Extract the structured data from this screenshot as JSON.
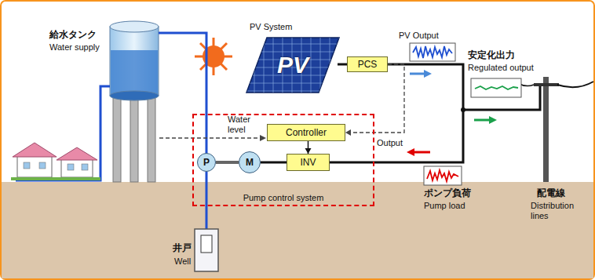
{
  "diagram": {
    "nodes": [
      {
        "text": [
          "Pump control system"
        ]
      },
      {
        "text": [
          "Controller"
        ],
        "in": 0
      },
      {
        "text": [
          "P"
        ],
        "in": 0
      },
      {
        "text": [
          "M"
        ],
        "in": 0
      },
      {
        "text": [
          "INV"
        ],
        "in": 0
      },
      {
        "text": [
          "PV"
        ]
      },
      {
        "text": [
          "PCS"
        ]
      }
    ],
    "edges": [
      {
        "from": 5,
        "to": 6,
        "arrow": "none"
      },
      {
        "from": 1,
        "to": 4,
        "arrow": "to"
      },
      {
        "from": 2,
        "to": 3,
        "arrow": "none"
      },
      {
        "from": 3,
        "to": 4,
        "arrow": "none"
      },
      {
        "from": 6,
        "to": 4,
        "arrow": "none"
      },
      {
        "from": 6,
        "to": 1,
        "label": "Output",
        "arrow": "to"
      }
    ],
    "labels": [
      "給水タンク",
      "Water supply",
      "PV System",
      "PV Output",
      "安定化出力",
      "Regulated output",
      "Water level",
      "ポンプ負荷",
      "Pump load",
      "配電線",
      "Distribution lines",
      "井戸",
      "Well"
    ]
  }
}
